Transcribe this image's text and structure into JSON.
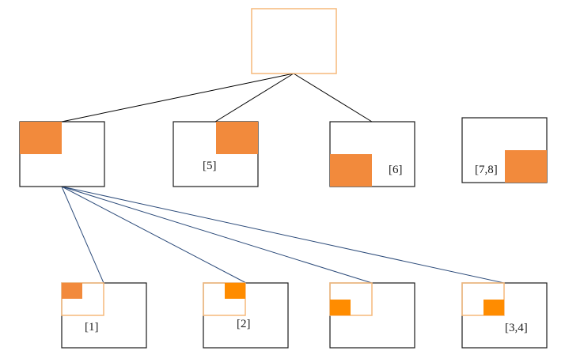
{
  "colors": {
    "frame": "#1a1a1a",
    "outline_orange": "#f5b97a",
    "fill_orange_muted": "#f28a3c",
    "fill_orange_bright": "#ff8c00",
    "edge_top": "#000000",
    "edge_bottom": "#2c4b7a"
  },
  "labels": {
    "n5": "[5]",
    "n6": "[6]",
    "n78": "[7,8]",
    "n1": "[1]",
    "n2": "[2]",
    "n34": "[3,4]"
  }
}
